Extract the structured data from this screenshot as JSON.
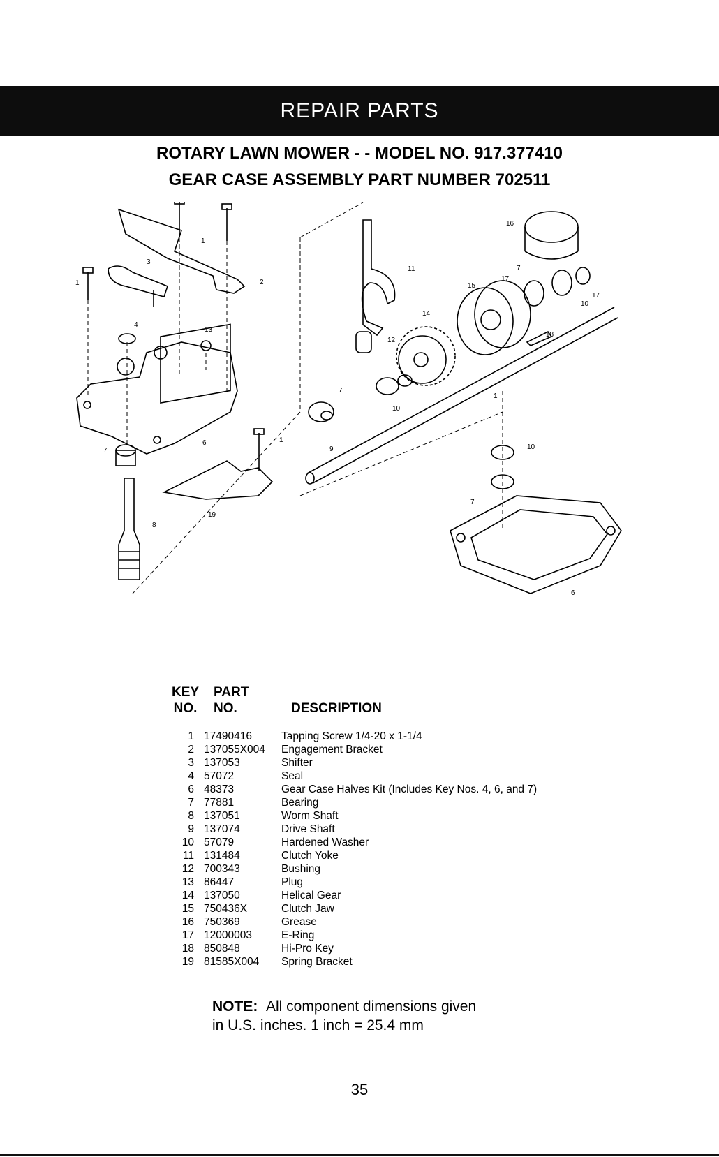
{
  "banner": "REPAIR PARTS",
  "title_line1": "ROTARY LAWN MOWER - - MODEL NO. 917.377410",
  "title_line2": "GEAR CASE ASSEMBLY PART NUMBER 702511",
  "diagram_callouts": [
    "1",
    "1",
    "1",
    "1",
    "2",
    "3",
    "4",
    "6",
    "6",
    "7",
    "7",
    "7",
    "7",
    "8",
    "9",
    "10",
    "10",
    "10",
    "11",
    "12",
    "13",
    "14",
    "15",
    "16",
    "17",
    "17",
    "18",
    "19"
  ],
  "table_header": {
    "key_line1": "KEY",
    "key_line2": "NO.",
    "part_line1": "PART",
    "part_line2": "NO.",
    "description": "DESCRIPTION"
  },
  "parts": [
    {
      "key": "1",
      "part": "17490416",
      "desc": "Tapping Screw  1/4-20 x 1-1/4"
    },
    {
      "key": "2",
      "part": "137055X004",
      "desc": "Engagement Bracket"
    },
    {
      "key": "3",
      "part": "137053",
      "desc": "Shifter"
    },
    {
      "key": "4",
      "part": "57072",
      "desc": "Seal"
    },
    {
      "key": "6",
      "part": "48373",
      "desc": "Gear Case Halves Kit (Includes Key Nos. 4, 6, and 7)"
    },
    {
      "key": "7",
      "part": "77881",
      "desc": "Bearing"
    },
    {
      "key": "8",
      "part": "137051",
      "desc": "Worm Shaft"
    },
    {
      "key": "9",
      "part": "137074",
      "desc": "Drive Shaft"
    },
    {
      "key": "10",
      "part": "57079",
      "desc": "Hardened Washer"
    },
    {
      "key": "11",
      "part": "131484",
      "desc": "Clutch Yoke"
    },
    {
      "key": "12",
      "part": "700343",
      "desc": "Bushing"
    },
    {
      "key": "13",
      "part": "86447",
      "desc": "Plug"
    },
    {
      "key": "14",
      "part": "137050",
      "desc": "Helical Gear"
    },
    {
      "key": "15",
      "part": "750436X",
      "desc": "Clutch Jaw"
    },
    {
      "key": "16",
      "part": "750369",
      "desc": "Grease"
    },
    {
      "key": "17",
      "part": "12000003",
      "desc": "E-Ring"
    },
    {
      "key": "18",
      "part": "850848",
      "desc": "Hi-Pro Key"
    },
    {
      "key": "19",
      "part": "81585X004",
      "desc": "Spring Bracket"
    }
  ],
  "note_label": "NOTE:",
  "note_text_line1": "All component dimensions given",
  "note_text_line2": "in U.S. inches.  1 inch = 25.4 mm",
  "page_number": "35"
}
